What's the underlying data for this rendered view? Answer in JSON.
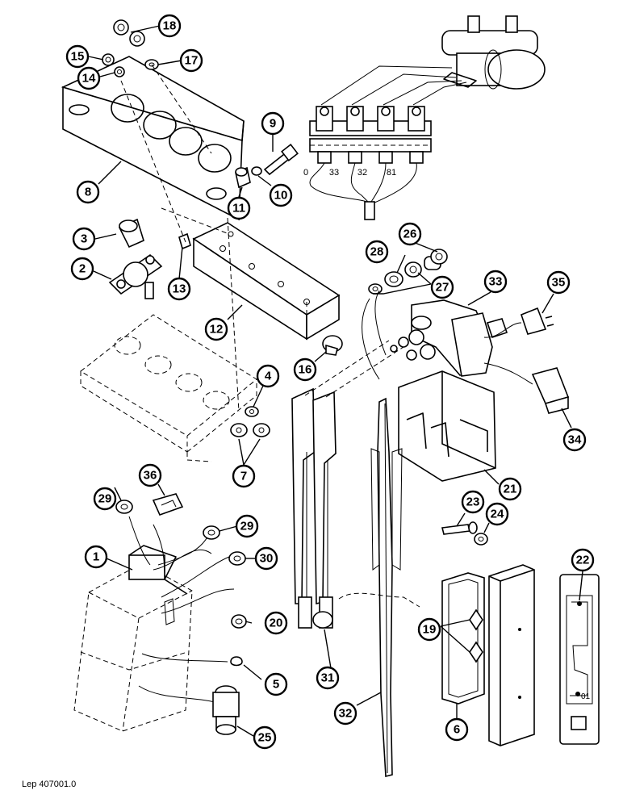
{
  "callouts": {
    "c1": "1",
    "c2": "2",
    "c3": "3",
    "c4": "4",
    "c5": "5",
    "c6": "6",
    "c7": "7",
    "c8": "8",
    "c9": "9",
    "c10": "10",
    "c11": "11",
    "c12": "12",
    "c13": "13",
    "c14": "14",
    "c15": "15",
    "c16": "16",
    "c17": "17",
    "c18": "18",
    "c19": "19",
    "c20": "20",
    "c21": "21",
    "c22": "22",
    "c23": "23",
    "c24": "24",
    "c25": "25",
    "c26": "26",
    "c27": "27",
    "c28": "28",
    "c29a": "29",
    "c29b": "29",
    "c30": "30",
    "c31": "31",
    "c32": "32",
    "c33": "33",
    "c34": "34",
    "c35": "35",
    "c36": "36"
  },
  "wire_labels": {
    "w0": "0",
    "w33": "33",
    "w32": "32",
    "w81": "81"
  },
  "switch_ref": "01",
  "reference_code": "Lep 407001.0"
}
